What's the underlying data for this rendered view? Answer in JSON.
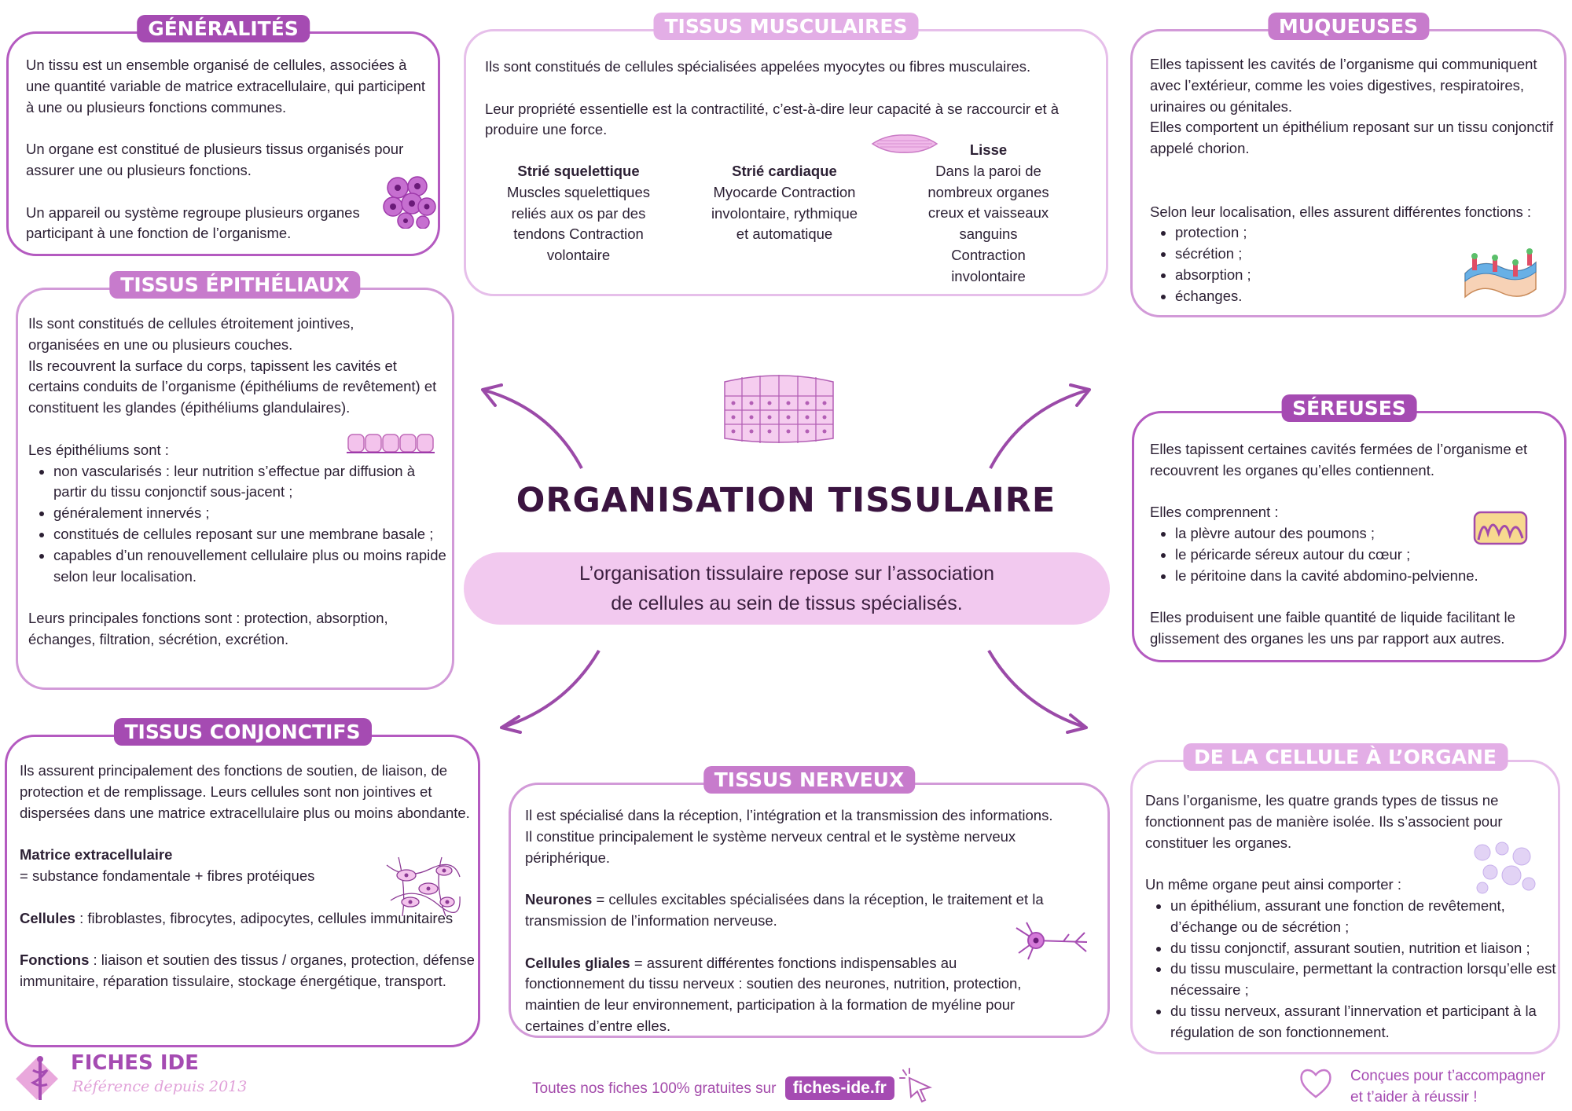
{
  "title": "ORGANISATION TISSULAIRE",
  "subtitle_lines": [
    "L’organisation tissulaire repose sur l’association",
    "de cellules au sein de tissus spécialisés."
  ],
  "generalites": {
    "tag": "GÉNÉRALITÉS",
    "p1": "Un tissu est un ensemble organisé de cellules, associées à une quantité variable de matrice extracellulaire, qui participent à une ou plusieurs fonctions communes.",
    "p2": "Un organe est constitué de plusieurs tissus organisés pour assurer une ou plusieurs fonctions.",
    "p3": "Un appareil ou système regroupe plusieurs organes participant à une fonction de l’organisme."
  },
  "musculaires": {
    "tag": "TISSUS MUSCULAIRES",
    "p1": "Ils sont constitués de cellules spécialisées appelées myocytes ou fibres musculaires.",
    "p2": "Leur propriété essentielle est la contractilité, c’est-à-dire leur capacité à se raccourcir et à produire une force.",
    "cols": [
      {
        "head": "Strié squelettique",
        "body": "Muscles squelettiques reliés aux os par des tendons Contraction volontaire"
      },
      {
        "head": "Strié cardiaque",
        "body": "Myocarde Contraction involontaire, rythmique et automatique"
      },
      {
        "head": "Lisse",
        "body": "Dans la paroi de nombreux organes creux et vaisseaux sanguins Contraction involontaire"
      }
    ]
  },
  "muqueuses": {
    "tag": "MUQUEUSES",
    "p1": "Elles tapissent les cavités de l’organisme qui communiquent avec l’extérieur, comme les voies digestives, respiratoires, urinaires ou génitales.",
    "p2": "Elles comportent un épithélium reposant sur un tissu conjonctif appelé chorion.",
    "p3": "Selon leur localisation, elles assurent différentes fonctions :",
    "items": [
      "protection ;",
      "sécrétion ;",
      "absorption ;",
      "échanges."
    ]
  },
  "epitheliaux": {
    "tag": "TISSUS ÉPITHÉLIAUX",
    "p1": "Ils sont constitués de cellules étroitement jointives, organisées en une ou plusieurs couches.",
    "p2": "Ils recouvrent la surface du corps, tapissent les cavités et certains conduits de l’organisme (épithéliums de revêtement) et constituent les glandes (épithéliums glandulaires).",
    "p3": "Les épithéliums sont :",
    "items": [
      "non vascularisés : leur nutrition s’effectue par diffusion à partir du tissu conjonctif sous-jacent ;",
      "généralement innervés ;",
      "constitués de cellules reposant sur une membrane basale ;",
      "capables d’un renouvellement cellulaire plus ou moins rapide selon leur localisation."
    ],
    "p4": "Leurs principales fonctions sont : protection, absorption, échanges, filtration, sécrétion, excrétion."
  },
  "sereuses": {
    "tag": "SÉREUSES",
    "p1": "Elles tapissent certaines cavités fermées de l’organisme et recouvrent les organes qu’elles contiennent.",
    "p2": "Elles comprennent :",
    "items": [
      "la plèvre autour des poumons ;",
      "le péricarde séreux autour du cœur ;",
      "le péritoine dans la cavité abdomino-pelvienne."
    ],
    "p3": "Elles produisent une faible quantité de liquide facilitant le glissement des organes les uns par rapport aux autres."
  },
  "conjonctifs": {
    "tag": "TISSUS CONJONCTIFS",
    "p1": "Ils assurent principalement des fonctions de soutien, de liaison, de protection et de remplissage. Leurs cellules sont non jointives et dispersées dans une matrice extracellulaire plus ou moins abondante.",
    "matrice_label": "Matrice extracellulaire",
    "matrice_text": "= substance fondamentale + fibres protéiques",
    "cellules_label": "Cellules",
    "cellules_text": " : fibroblastes, fibrocytes, adipocytes, cellules immunitaires",
    "fonctions_label": "Fonctions",
    "fonctions_text": " : liaison et soutien des tissus / organes, protection, défense immunitaire, réparation tissulaire, stockage énergétique, transport."
  },
  "nerveux": {
    "tag": "TISSUS NERVEUX",
    "p1": " Il est spécialisé dans la réception, l’intégration et la transmission des informations.",
    "p2": "Il constitue principalement le système nerveux central et le système nerveux périphérique.",
    "neurones_label": "Neurones",
    "neurones_text": " = cellules excitables spécialisées dans la réception, le traitement et la transmission de l’information nerveuse.",
    "gliales_label": "Cellules gliales",
    "gliales_text": " = assurent différentes fonctions indispensables au fonctionnement du tissu nerveux : soutien des neurones, nutrition, protection, maintien de leur environnement, participation à la formation de myéline pour certaines d’entre elles."
  },
  "cellule_organe": {
    "tag": "DE LA CELLULE À L’ORGANE",
    "p1": "Dans l’organisme, les quatre grands types de tissus ne fonctionnent pas de manière isolée. Ils s’associent pour constituer les organes.",
    "p2": "Un même organe peut ainsi comporter :",
    "items": [
      "un épithélium, assurant une fonction de revêtement, d’échange ou de sécrétion ;",
      "du tissu conjonctif, assurant soutien, nutrition et liaison ;",
      "du tissu musculaire, permettant la contraction lorsqu’elle est nécessaire ;",
      "du tissu nerveux, assurant l’innervation et participant à la régulation de son fonctionnement."
    ]
  },
  "footer": {
    "brand": "FICHES IDE",
    "tagline": "Référence depuis 2013",
    "link_text": "Toutes nos fiches 100% gratuites sur",
    "link_chip": "fiches-ide.fr",
    "right_line1": "Conçues pour t’accompagner",
    "right_line2": "et t’aider à réussir !"
  },
  "colors": {
    "accent": "#a54bb2",
    "border": "#d29ad8",
    "pill": "#f2c9ef",
    "title": "#3b1440"
  }
}
